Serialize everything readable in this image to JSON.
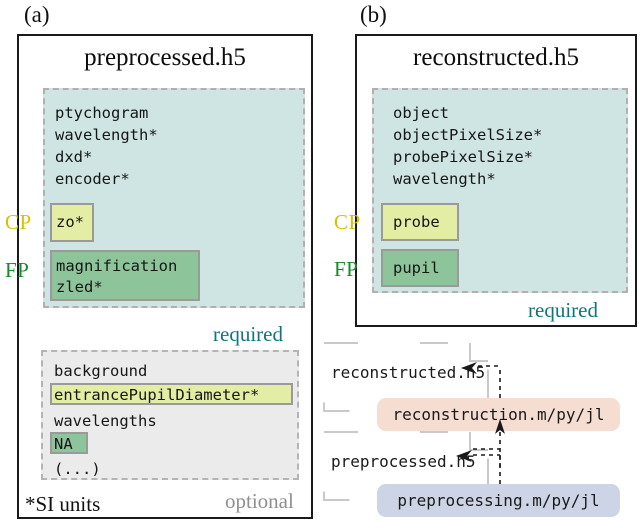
{
  "panels": [
    {
      "letter": "(a)",
      "title": "preprocessed.h5",
      "required": {
        "caption": "required",
        "entries": [
          "ptychogram",
          "wavelength*",
          "dxd*",
          "encoder*"
        ],
        "cp_box": [
          "zo*"
        ],
        "fp_box": [
          "magnification",
          "zled*"
        ]
      },
      "optional": {
        "caption": "optional",
        "entries": [
          "background",
          "wavelengths",
          "(...)"
        ],
        "cp_inline": "entrancePupilDiameter*",
        "fp_inline": "NA"
      },
      "footnote": "*SI units"
    },
    {
      "letter": "(b)",
      "title": "reconstructed.h5",
      "required": {
        "caption": "required",
        "entries": [
          "object",
          "objectPixelSize*",
          "probePixelSize*",
          "wavelength*"
        ],
        "cp_box": [
          "probe"
        ],
        "fp_box": [
          "pupil"
        ]
      }
    }
  ],
  "side_labels": {
    "cp": "CP",
    "fp": "FP"
  },
  "flow": {
    "documents": [
      {
        "name": "reconstructed-file",
        "label": "reconstructed.h5"
      },
      {
        "name": "preprocessed-file",
        "label": "preprocessed.h5"
      }
    ],
    "scripts": [
      {
        "name": "reconstruction-script",
        "label": "reconstruction.m/py/jl",
        "color": "#f6ddd1"
      },
      {
        "name": "preprocessing-script",
        "label": "preprocessing.m/py/jl",
        "color": "#ccd4e5"
      }
    ]
  },
  "colors": {
    "required_fill": "#cfe5e3",
    "optional_fill": "#ebebeb",
    "cp_tag": "#e4eda4",
    "fp_tag": "#8dc49a",
    "cp_label": "#d2c400",
    "fp_label": "#158a2a",
    "required_text": "#10757a",
    "optional_text": "#8f8f8f",
    "recon_pill": "#f6ddd1",
    "prep_pill": "#ccd4e5"
  }
}
